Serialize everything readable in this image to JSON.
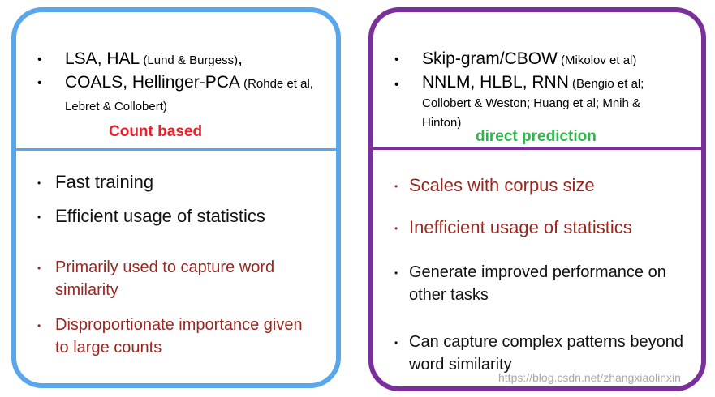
{
  "left": {
    "top_items": [
      {
        "main": "LSA, HAL",
        "cite": " (Lund & Burgess)",
        "tail": ","
      },
      {
        "main": "COALS, Hellinger-PCA",
        "cite": " (Rohde et al, Lebret & Collobert)",
        "tail": ""
      }
    ],
    "tag": "Count based",
    "pros": [
      "Fast training",
      "Efficient usage of statistics"
    ],
    "cons": [
      "Primarily used to capture word similarity",
      "Disproportionate importance given to large counts"
    ]
  },
  "right": {
    "top_items": [
      {
        "main": "Skip-gram/CBOW",
        "cite": " (Mikolov et al)",
        "tail": ""
      },
      {
        "main": "NNLM, HLBL, RNN",
        "cite": " (Bengio et al; Collobert & Weston; Huang et al; Mnih & Hinton)",
        "tail": ""
      }
    ],
    "tag": "direct prediction",
    "cons": [
      "Scales with corpus size",
      "Inefficient usage of statistics"
    ],
    "pros": [
      "Generate improved performance on other tasks",
      "Can capture complex patterns beyond word similarity"
    ]
  },
  "watermark": "https://blog.csdn.net/zhangxiaolinxin",
  "colors": {
    "left_border": "#58a6ec",
    "right_border": "#7a2f9a",
    "count_tag": "#e8202a",
    "prediction_tag": "#2fb54a",
    "con_text": "#99261f"
  }
}
